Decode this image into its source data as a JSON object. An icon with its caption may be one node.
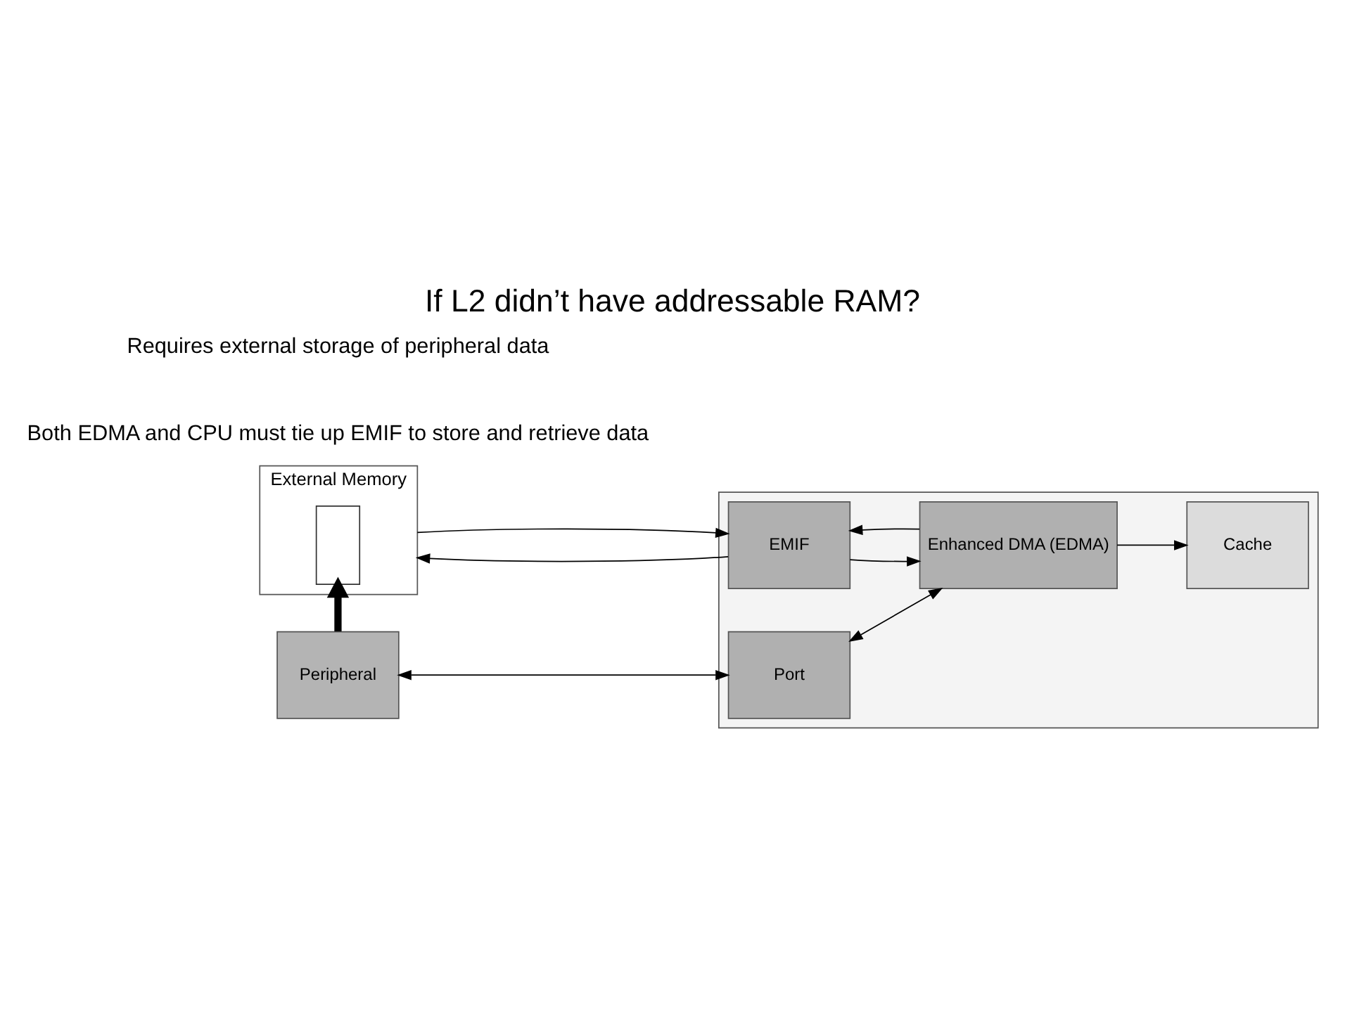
{
  "diagram": {
    "title": "If L2 didn’t have addressable RAM?",
    "nodes": [
      {
        "text": [
          "External Memory"
        ]
      },
      {
        "text": [],
        "shape": "box",
        "in": 0
      },
      {
        "text": [],
        "shape": "box"
      },
      {
        "text": [
          "EMIF"
        ],
        "in": 2
      },
      {
        "text": [
          "Enhanced DMA (EDMA)"
        ],
        "in": 2
      },
      {
        "text": [
          "Cache"
        ],
        "in": 2
      },
      {
        "text": [
          "Peripheral"
        ]
      },
      {
        "text": [
          "Port"
        ],
        "in": 2
      }
    ],
    "edges": [
      {
        "from": 0,
        "to": 3,
        "arrow": "to"
      },
      {
        "from": 3,
        "to": 0,
        "arrow": "to"
      },
      {
        "from": 3,
        "to": 4,
        "arrow": "to"
      },
      {
        "from": 4,
        "to": 3,
        "arrow": "to"
      },
      {
        "from": 4,
        "to": 5,
        "arrow": "to"
      },
      {
        "from": 6,
        "to": 7,
        "arrow": "both"
      },
      {
        "from": 7,
        "to": 4,
        "arrow": "both"
      },
      {
        "from": 6,
        "to": 1,
        "arrow": "to",
        "style": "thick"
      }
    ],
    "labels": [
      "Requires external storage of peripheral data",
      "Both EDMA and CPU must tie up EMIF to store and retrieve data"
    ]
  }
}
